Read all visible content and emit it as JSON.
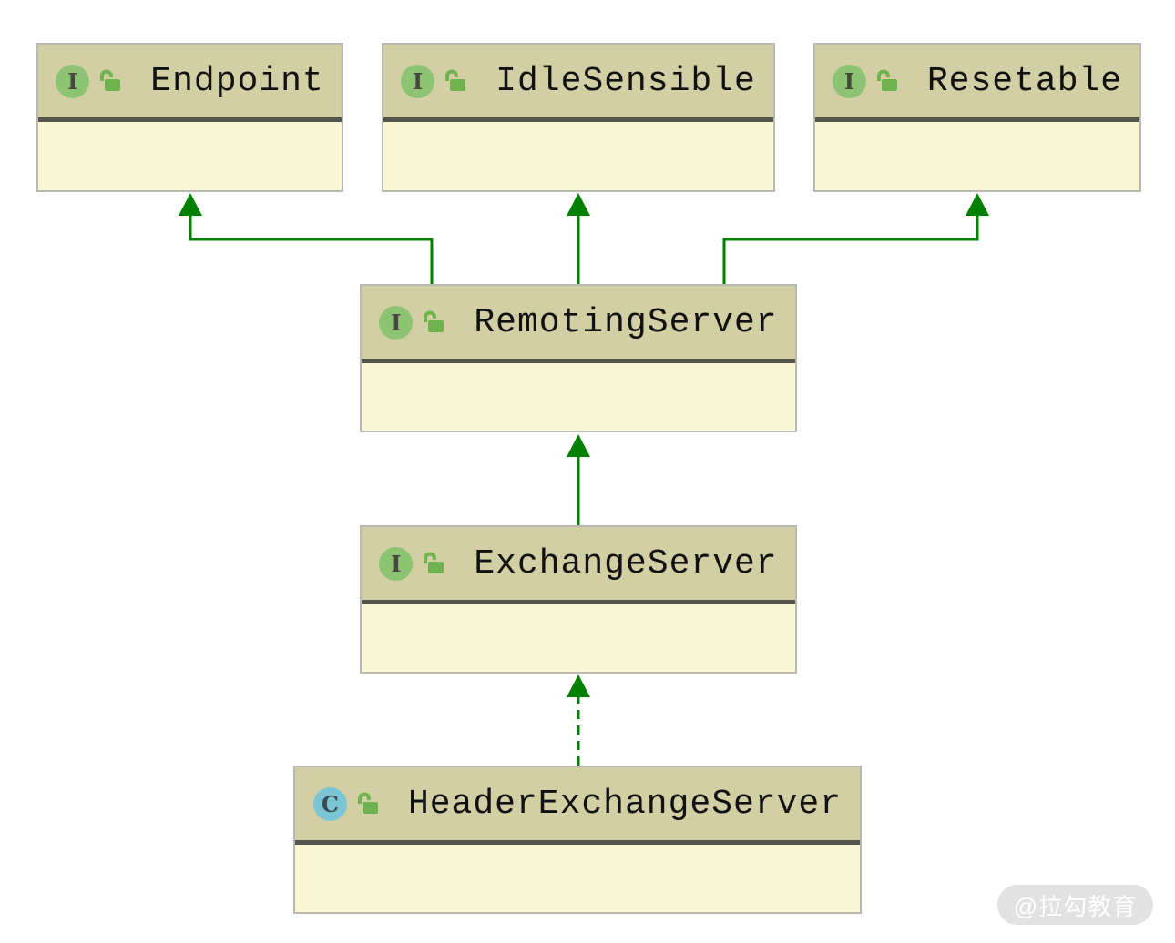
{
  "diagram": {
    "type": "uml-class-diagram",
    "nodes": [
      {
        "id": "endpoint",
        "label": "Endpoint",
        "kind": "interface",
        "badge": "I",
        "visibility": "public"
      },
      {
        "id": "idle-sensible",
        "label": "IdleSensible",
        "kind": "interface",
        "badge": "I",
        "visibility": "public"
      },
      {
        "id": "resetable",
        "label": "Resetable",
        "kind": "interface",
        "badge": "I",
        "visibility": "public"
      },
      {
        "id": "remoting-server",
        "label": "RemotingServer",
        "kind": "interface",
        "badge": "I",
        "visibility": "public"
      },
      {
        "id": "exchange-server",
        "label": "ExchangeServer",
        "kind": "interface",
        "badge": "I",
        "visibility": "public"
      },
      {
        "id": "header-exchange-server",
        "label": "HeaderExchangeServer",
        "kind": "class",
        "badge": "C",
        "visibility": "public"
      }
    ],
    "edges": [
      {
        "from": "RemotingServer",
        "to": "Endpoint",
        "relation": "extends",
        "line": "solid"
      },
      {
        "from": "RemotingServer",
        "to": "IdleSensible",
        "relation": "extends",
        "line": "solid"
      },
      {
        "from": "RemotingServer",
        "to": "Resetable",
        "relation": "extends",
        "line": "solid"
      },
      {
        "from": "ExchangeServer",
        "to": "RemotingServer",
        "relation": "extends",
        "line": "solid"
      },
      {
        "from": "HeaderExchangeServer",
        "to": "ExchangeServer",
        "relation": "implements",
        "line": "dashed"
      }
    ],
    "colors": {
      "arrow_green": "#008000",
      "header_bg": "#d2cfa4",
      "body_bg": "#faf8d4",
      "node_border": "#b9b9b2",
      "divider": "#555550",
      "interface_badge": "#8cc473",
      "class_badge": "#7cc5d4",
      "lock_green": "#6fb34e"
    },
    "watermark": {
      "text": "@拉勾教育"
    }
  }
}
